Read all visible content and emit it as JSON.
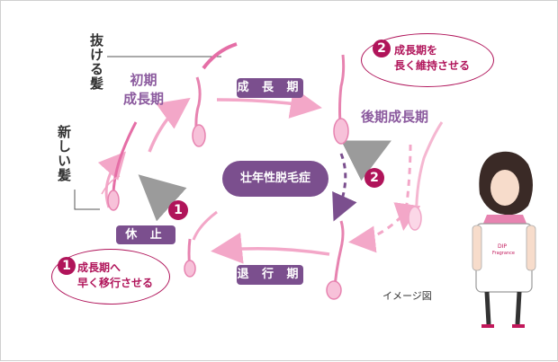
{
  "labels": {
    "falling_hair": "抜ける髪",
    "new_hair": "新しい髪",
    "early_growth": "初期\n成長期",
    "late_growth": "後期成長期",
    "growth": "成 長 期",
    "regression": "退 行 期",
    "rest": "休 止 期",
    "center": "壮年性脱毛症",
    "image_note": "イメージ図"
  },
  "callouts": {
    "c1_num": "1",
    "c1_text": "成長期へ\n早く移行させる",
    "c2_num": "2",
    "c2_text": "成長期を\n長く維持させる"
  },
  "mascot": {
    "apron_text_1": "DIP",
    "apron_text_2": "Fragrance"
  },
  "colors": {
    "accent": "#b0145a",
    "purple": "#7b4f8e",
    "pink": "#f2a3c4",
    "gray": "#9a9a9a"
  }
}
